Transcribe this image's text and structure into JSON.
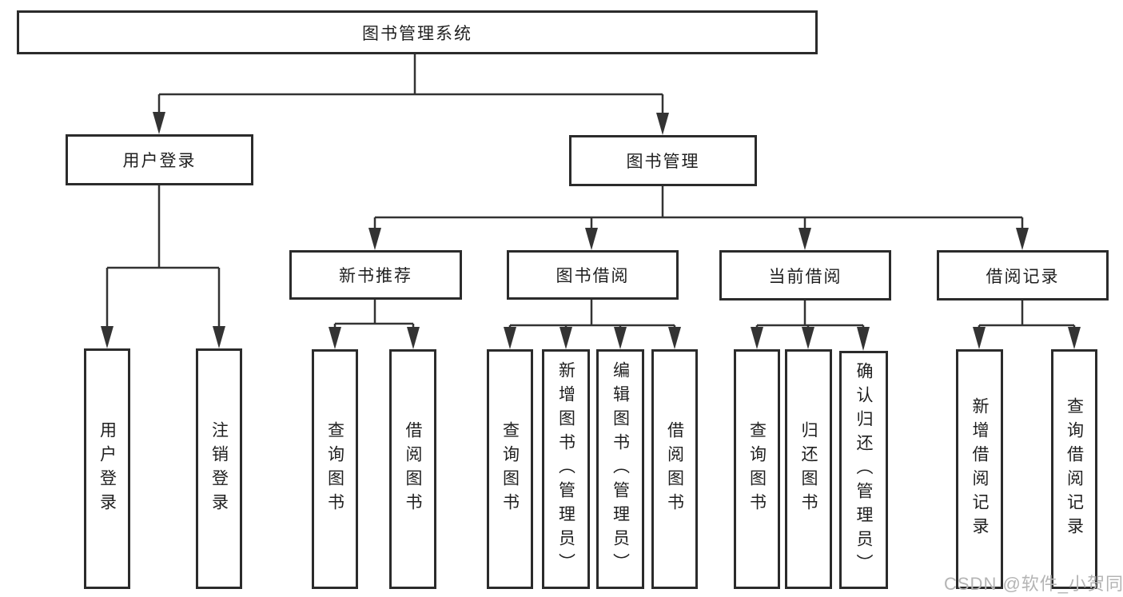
{
  "colors": {
    "background": "#ffffff",
    "line": "#333333",
    "box_border": "#2b2b2b",
    "text": "#1f1f1f",
    "watermark": "#b4b4b4"
  },
  "diagram": {
    "root": {
      "label": "图书管理系统"
    },
    "level2": [
      {
        "label": "用户登录"
      },
      {
        "label": "图书管理"
      }
    ],
    "level3": [
      {
        "label": "新书推荐"
      },
      {
        "label": "图书借阅"
      },
      {
        "label": "当前借阅"
      },
      {
        "label": "借阅记录"
      }
    ],
    "leaves": {
      "user_login": [
        "用户登录",
        "注销登录"
      ],
      "new_book_recommend": [
        "查询图书",
        "借阅图书"
      ],
      "book_borrow": [
        "查询图书",
        "新增图书（管理员）",
        "编辑图书（管理员）",
        "借阅图书"
      ],
      "current_borrow": [
        "查询图书",
        "归还图书",
        "确认归还（管理员）"
      ],
      "borrow_records": [
        "新增借阅记录",
        "查询借阅记录"
      ]
    }
  },
  "watermark": {
    "text": "CSDN @软件_小贺同学"
  }
}
